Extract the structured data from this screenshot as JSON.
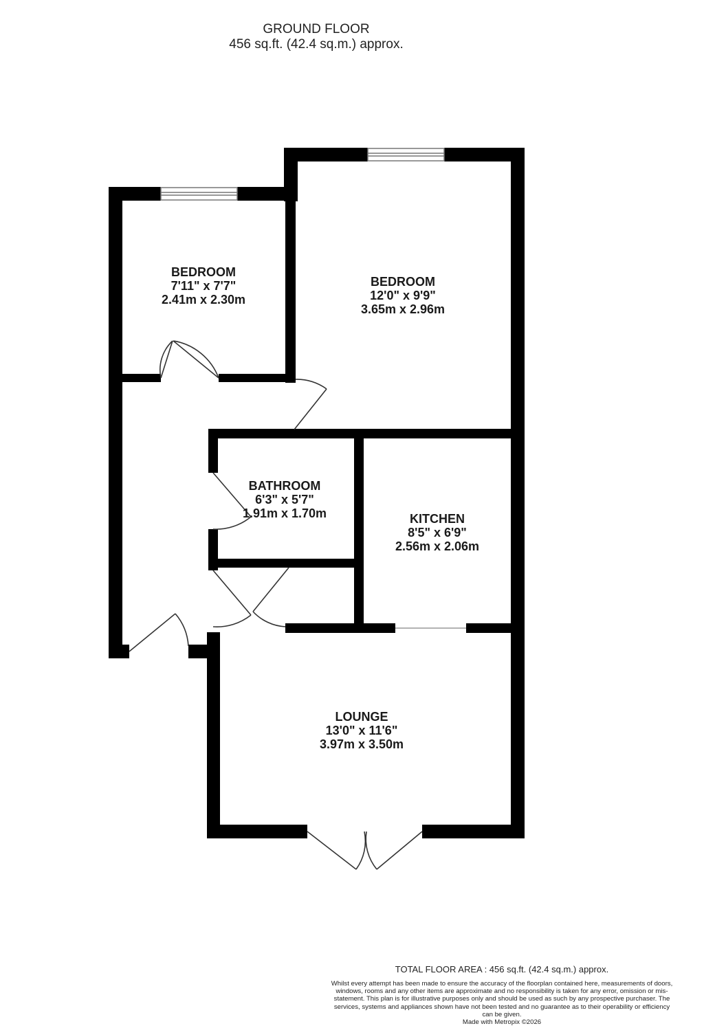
{
  "header": {
    "floor": "GROUND FLOOR",
    "area": "456 sq.ft. (42.4 sq.m.) approx."
  },
  "rooms": [
    {
      "name": "BEDROOM",
      "imperial": "7'11\"  x 7'7\"",
      "metric": "2.41m  x 2.30m"
    },
    {
      "name": "BEDROOM",
      "imperial": "12'0\"  x 9'9\"",
      "metric": "3.65m  x 2.96m"
    },
    {
      "name": "BATHROOM",
      "imperial": "6'3\"  x 5'7\"",
      "metric": "1.91m  x 1.70m"
    },
    {
      "name": "KITCHEN",
      "imperial": "8'5\"  x 6'9\"",
      "metric": "2.56m  x 2.06m"
    },
    {
      "name": "LOUNGE",
      "imperial": "13'0\"  x 11'6\"",
      "metric": "3.97m  x 3.50m"
    }
  ],
  "footer": {
    "total": "TOTAL FLOOR AREA : 456 sq.ft. (42.4 sq.m.) approx.",
    "disclaimer": "Whilst every attempt has been made to ensure the accuracy of the floorplan contained here, measurements of doors, windows, rooms and any other items are approximate and no responsibility is taken for any error, omission or mis-statement. This plan is for illustrative purposes only and should be used as such by any prospective purchaser. The services, systems and appliances shown have not been tested and no guarantee as to their operability or efficiency can be given.",
    "made_with": "Made with Metropix ©2026"
  },
  "colors": {
    "wall": "#000000",
    "window": "#888888",
    "door": "#333333"
  }
}
